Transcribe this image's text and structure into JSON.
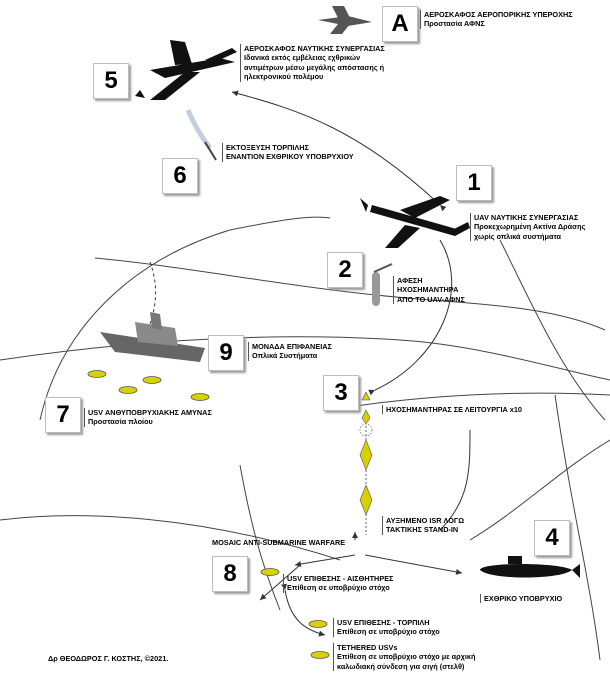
{
  "labels": {
    "A": {
      "number": "A",
      "title": "ΑΕΡΟΣΚΑΦΟΣ ΑΕΡΟΠΟΡΙΚΗΣ ΥΠΕΡΟΧΗΣ",
      "sub": "Προστασία ΑΦΝΣ"
    },
    "n5": {
      "number": "5",
      "title": "ΑΕΡΟΣΚΑΦΟΣ ΝΑΥΤΙΚΗΣ ΣΥΝΕΡΓΑΣΙΑΣ",
      "sub1": "Ιδανικά εκτός εμβέλειας εχθρικών",
      "sub2": "αντιμέτρων μέσω μεγάλης απόστασης ή",
      "sub3": "ηλεκτρονικού πολέμου"
    },
    "n6": {
      "number": "6",
      "title": "ΕΚΤΟΞΕΥΣΗ ΤΟΡΠΙΛΗΣ",
      "sub": "ΕΝΑΝΤΙΟΝ ΕΧΘΡΙΚΟΥ ΥΠΟΒΡΥΧΙΟΥ"
    },
    "n1": {
      "number": "1",
      "title": "UAV ΝΑΥΤΙΚΗΣ ΣΥΝΕΡΓΑΣΙΑΣ",
      "sub1": "Προκεχωρημένη Ακτίνα Δράσης",
      "sub2": "χωρίς οπλικά συστήματα"
    },
    "n2": {
      "number": "2",
      "title": "ΑΦΕΣΗ",
      "sub1": "ΗΧΟΣΗΜΑΝΤΗΡΑ",
      "sub2": "ΑΠΟ ΤΟ UAV-ΑΦΝΣ"
    },
    "n9": {
      "number": "9",
      "title": "ΜΟΝΑΔΑ ΕΠΙΦΑΝΕΙΑΣ",
      "sub": "Οπλικά Συστήματα"
    },
    "n3": {
      "number": "3",
      "title": "ΗΧΟΣΗΜΑΝΤΗΡΑΣ ΣΕ ΛΕΙΤΟΥΡΓΙΑ x10"
    },
    "n7": {
      "number": "7",
      "title": "USV ΑΝΘΥΠΟΒΡΥΧΙΑΚΗΣ ΑΜΥΝΑΣ",
      "sub": "Προστασία πλοίου"
    },
    "isr": {
      "line1": "ΑΥΞΗΜΕΝΟ ISR ΛΟΓΩ",
      "line2": "ΤΑΚΤΙΚΗΣ STAND-IN"
    },
    "mosaic": {
      "text": "MOSAIC ANTI-SUBMARINE WARFARE"
    },
    "n4": {
      "number": "4",
      "title": "ΕΧΘΡΙΚΟ ΥΠΟΒΡΥΧΙΟ"
    },
    "n8": {
      "number": "8",
      "title": "USV ΕΠΙΘΕΣΗΣ - ΑΙΣΘΗΤΗΡΕΣ",
      "sub": "Επίθεση σε υποβρύχιο στόχο"
    },
    "torpedo_usv": {
      "title": "USV ΕΠΙΘΕΣΗΣ - ΤΟΡΠΙΛΗ",
      "sub": "Επίθεση σε υποβρύχιο στόχο"
    },
    "tethered": {
      "title": "TETHERED USVs",
      "sub1": "Επίθεση σε υποβρύχιο στόχο με αρχική",
      "sub2": "καλωδιακή σύνδεση για σιγή (στελθ)"
    },
    "credit": {
      "text": "Δρ ΘΕΟΔΩΡΟΣ Γ. ΚΟΣΤΗΣ, ©2021."
    }
  },
  "colors": {
    "line": "#333333",
    "accent": "#d8d000",
    "box_shadow": "#999999"
  }
}
